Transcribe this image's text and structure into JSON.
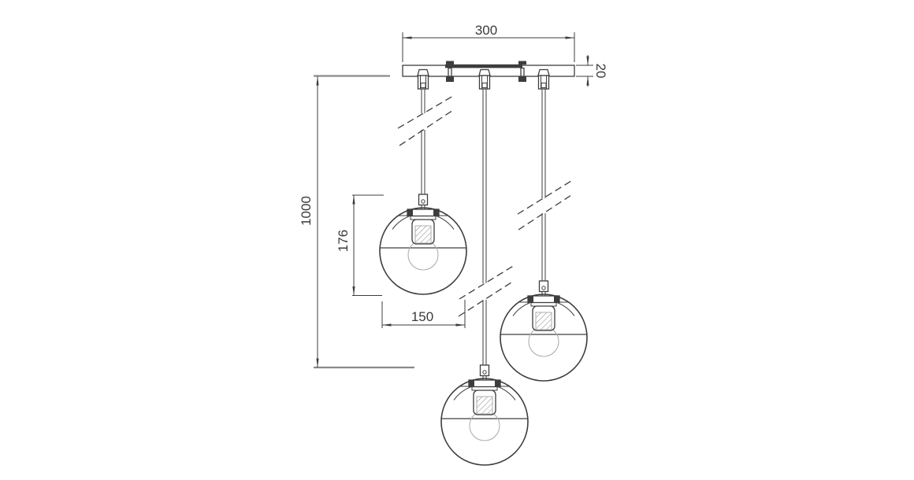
{
  "drawing": {
    "subject": "three-globe-pendant-ceiling-light-dimension-drawing"
  },
  "dimensions": {
    "canopy_width": "300",
    "canopy_thickness": "20",
    "total_suspension": "1000",
    "shade_height": "176",
    "shade_diameter": "150"
  },
  "colors": {
    "bg": "#ffffff",
    "line": "#3d3d3d",
    "text": "#3a3a3a",
    "ref": "#8a8a8a",
    "light": "#b0b0b0"
  }
}
